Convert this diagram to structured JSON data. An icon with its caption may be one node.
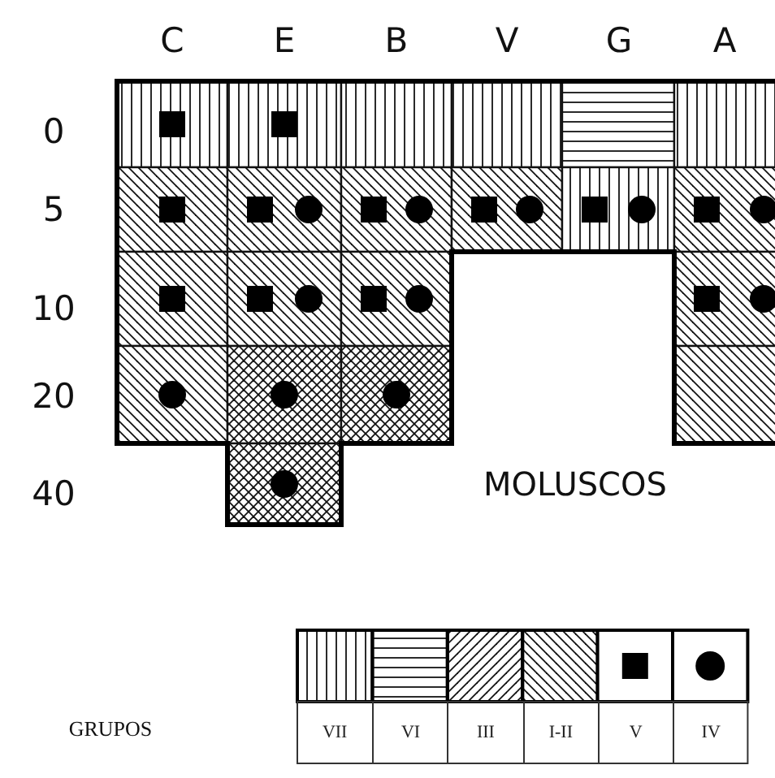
{
  "diagram": {
    "labels": [
      "C",
      "E",
      "B",
      "V",
      "G",
      "A",
      "0",
      "5",
      "10",
      "20",
      "40",
      "MOLUSCOS",
      "GRUPOS"
    ],
    "legend": [
      {
        "text": "VII"
      },
      {
        "text": "VI"
      },
      {
        "text": "III"
      },
      {
        "text": "I-II"
      },
      {
        "text": "V"
      },
      {
        "text": "IV"
      }
    ]
  }
}
